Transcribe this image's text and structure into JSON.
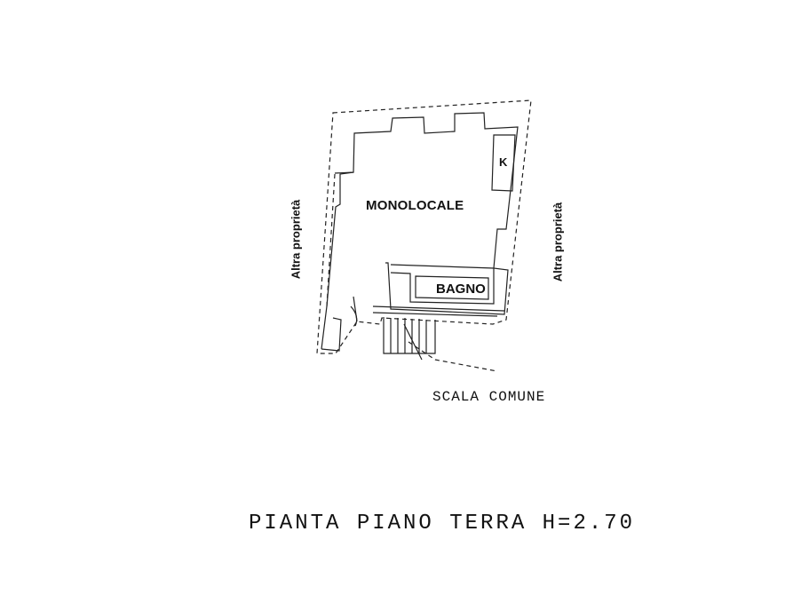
{
  "plan": {
    "rooms": {
      "main": "MONOLOCALE",
      "bath": "BAGNO",
      "kitchen": "K"
    },
    "neighbors": {
      "left": "Altra proprietà",
      "right": "Altra proprietà"
    },
    "stair_label": "SCALA COMUNE",
    "title": "PIANTA PIANO TERRA H=2.70"
  }
}
